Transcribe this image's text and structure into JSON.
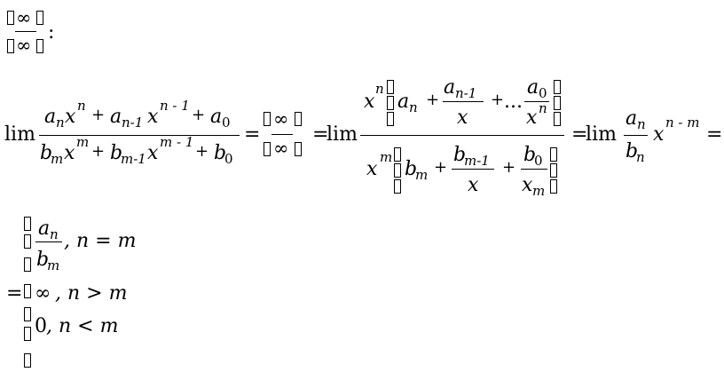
{
  "header": {
    "num": "∞",
    "den": "∞",
    "colon": ":"
  },
  "equation": {
    "lim": "lim",
    "eq": "=",
    "an": "a",
    "n": "n",
    "x": "x",
    "n_minus_1": "n-1",
    "n_minus_one": "n - 1",
    "plus": "+",
    "a0": "a",
    "zero": "0",
    "bm": "b",
    "m": "m",
    "m_minus_1": "m-1",
    "m_minus_one": "m - 1",
    "b0": "b",
    "infinity": "∞",
    "dots": "...",
    "n_minus_m": "n - m"
  },
  "cases": {
    "eq": "=",
    "case1_cond": ", n = m",
    "case2_val": "∞",
    "case2_cond": ", n > m",
    "case3_val": "0",
    "case3_cond": ", n < m"
  }
}
